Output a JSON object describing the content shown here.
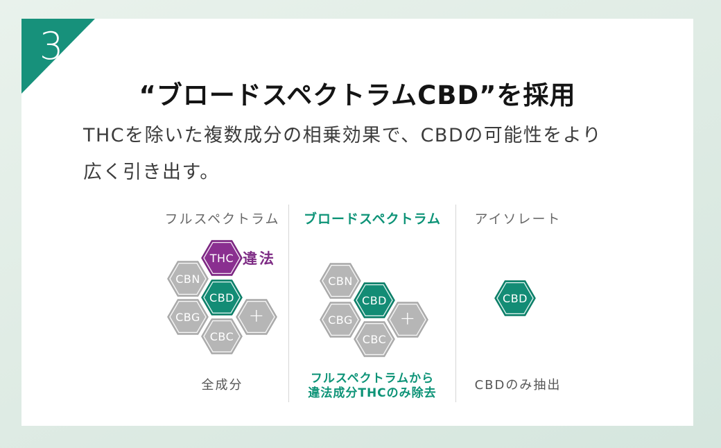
{
  "slide": {
    "badge_number": "3",
    "title": "“ブロードスペクトラムCBD”を採用",
    "subtitle_line1": "THCを除いた複数成分の相乗効果で、CBDの可能性をより",
    "subtitle_line2": "広く引き出す。"
  },
  "colors": {
    "accent_teal": "#138c75",
    "accent_purple": "#8a2f90",
    "hexagon_gray": "#b6b6b6",
    "background_green": "#ddeae3",
    "divider_gray": "#d5d5d5"
  },
  "columns": [
    {
      "header": "フルスペクトラム",
      "annotation": "違法",
      "caption_lines": [
        "全成分"
      ],
      "hexagons": [
        {
          "label": "THC",
          "variant": "purple"
        },
        {
          "label": "CBN",
          "variant": "gray"
        },
        {
          "label": "CBD",
          "variant": "teal"
        },
        {
          "label": "CBG",
          "variant": "gray"
        },
        {
          "label": "+",
          "variant": "gray"
        },
        {
          "label": "CBC",
          "variant": "gray"
        }
      ]
    },
    {
      "header": "ブロードスペクトラム",
      "caption_lines": [
        "フルスペクトラムから",
        "違法成分THCのみ除去"
      ],
      "hexagons": [
        {
          "label": "CBN",
          "variant": "gray"
        },
        {
          "label": "CBD",
          "variant": "teal"
        },
        {
          "label": "CBG",
          "variant": "gray"
        },
        {
          "label": "+",
          "variant": "gray"
        },
        {
          "label": "CBC",
          "variant": "gray"
        }
      ]
    },
    {
      "header": "アイソレート",
      "caption_lines": [
        "CBDのみ抽出"
      ],
      "hexagons": [
        {
          "label": "CBD",
          "variant": "teal"
        }
      ]
    }
  ]
}
